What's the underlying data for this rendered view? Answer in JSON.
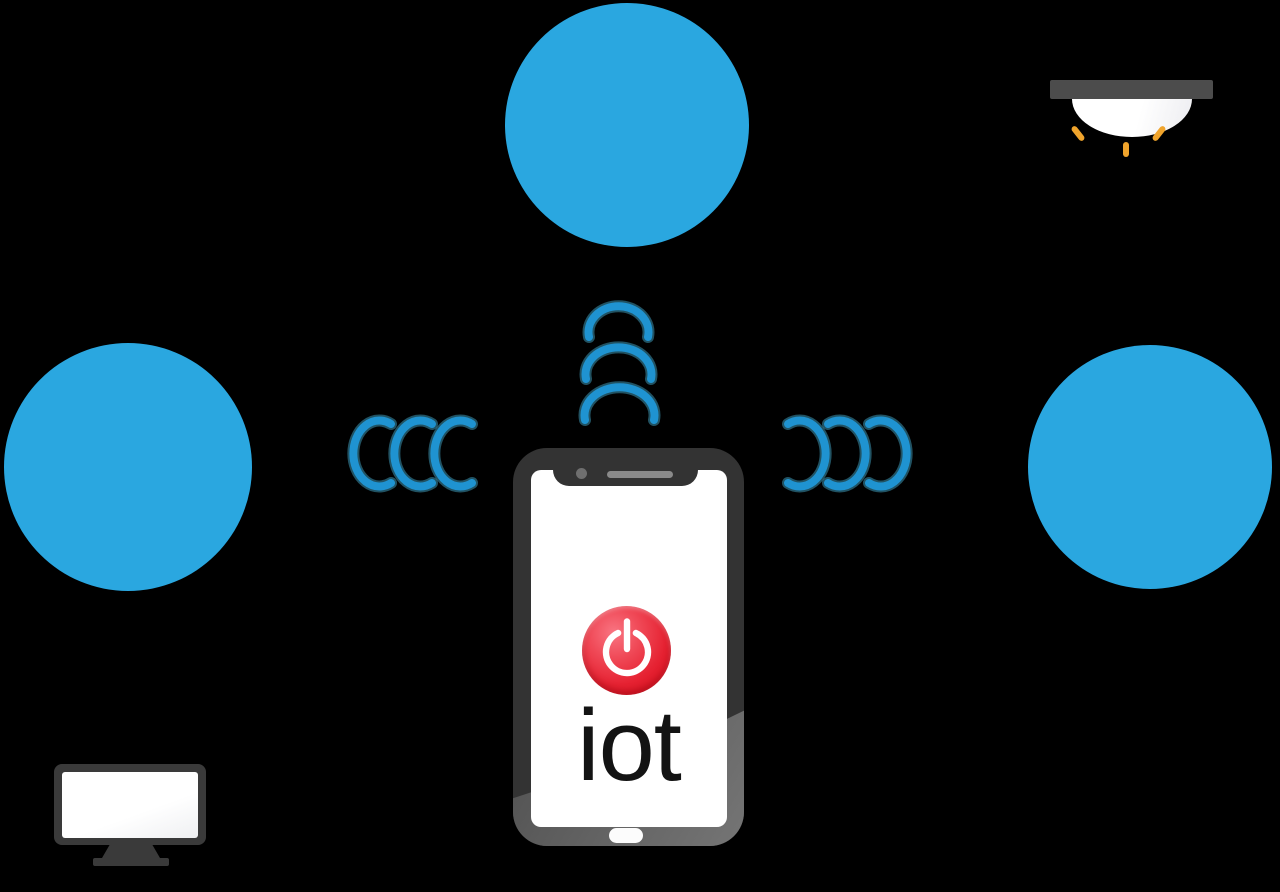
{
  "scene": {
    "description": "IoT smart-home connectivity illustration: smartphone hub wirelessly linked to household devices",
    "background": "#000000"
  },
  "phone": {
    "label": "iot",
    "icons": [
      "camera-icon",
      "speaker-icon",
      "power-icon",
      "home-button"
    ]
  },
  "devices": [
    {
      "id": "ceiling-light",
      "position": "top",
      "icon": "ceiling-light-icon"
    },
    {
      "id": "computer-monitor",
      "position": "left",
      "icon": "computer-monitor-icon"
    },
    {
      "id": "washing-machine",
      "position": "right",
      "icon": "washing-machine-icon"
    }
  ],
  "signals": [
    {
      "id": "waves-to-light",
      "direction": "up",
      "count": 3
    },
    {
      "id": "waves-to-monitor",
      "direction": "left",
      "count": 3
    },
    {
      "id": "waves-to-washer",
      "direction": "right",
      "count": 3
    }
  ],
  "colors": {
    "background": "#000000",
    "circle_blue": "#2aa7e0",
    "wave_blue": "#1f93d1",
    "wave_glow": "#53cdf5",
    "phone_frame": "#333333",
    "power_red": "#e62232",
    "ray_amber": "#f0a42c",
    "icon_dark": "#3a3a3a"
  }
}
